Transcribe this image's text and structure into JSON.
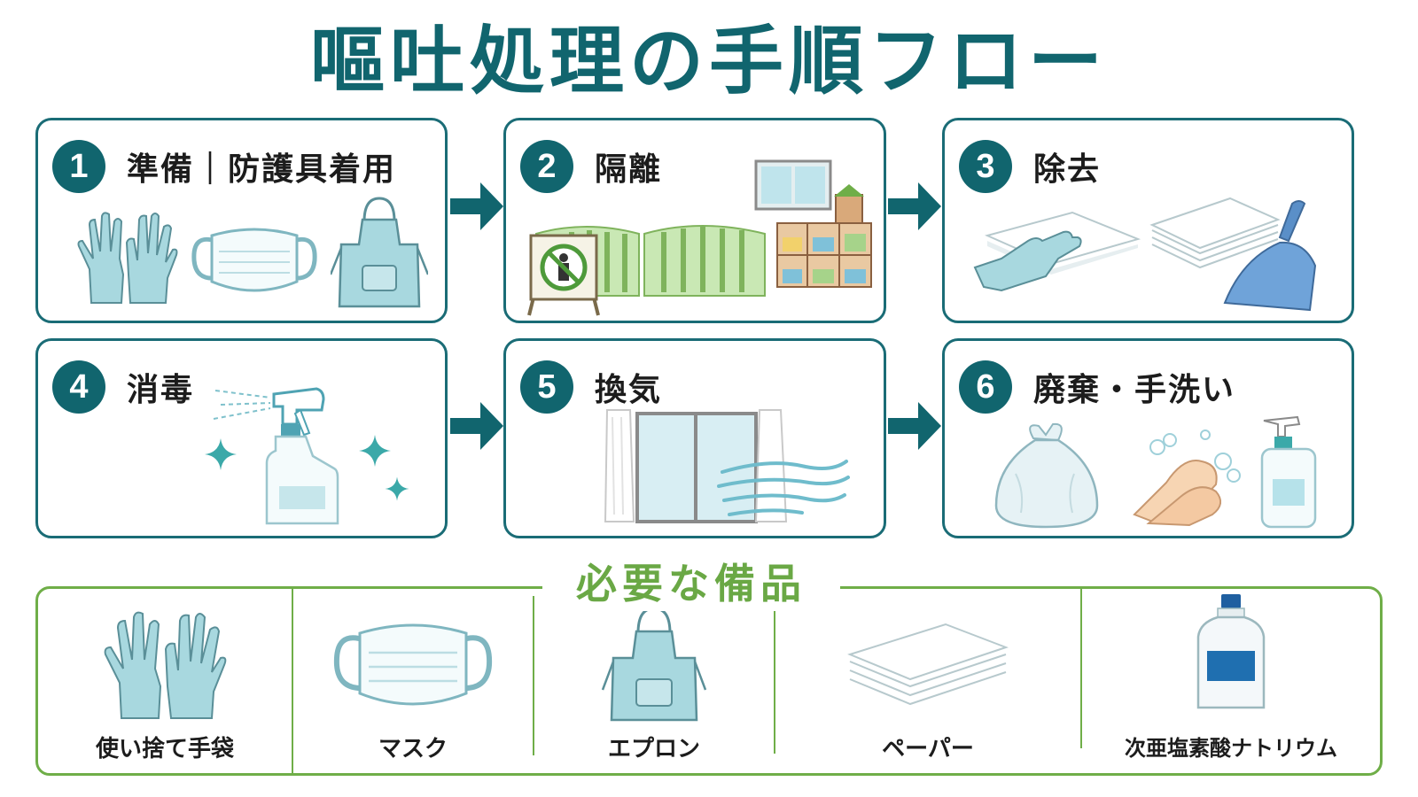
{
  "title": "嘔吐処理の手順フロー",
  "steps": [
    {
      "number": "1",
      "label": "準備｜防護具着用",
      "icons": [
        "gloves-icon",
        "mask-icon",
        "apron-icon"
      ]
    },
    {
      "number": "2",
      "label": "隔離",
      "icons": [
        "no-entry-sign-icon",
        "safety-fence-icon",
        "window-icon",
        "shelf-icon"
      ]
    },
    {
      "number": "3",
      "label": "除去",
      "icons": [
        "gloved-hand-paper-icon",
        "paper-stack-icon",
        "dustpan-icon"
      ]
    },
    {
      "number": "4",
      "label": "消毒",
      "icons": [
        "spray-bottle-icon",
        "sparkle-icon"
      ]
    },
    {
      "number": "5",
      "label": "換気",
      "icons": [
        "open-window-icon",
        "wind-icon"
      ]
    },
    {
      "number": "6",
      "label": "廃棄・手洗い",
      "icons": [
        "trash-bag-icon",
        "hand-wash-icon",
        "soap-pump-icon"
      ]
    }
  ],
  "supplies": {
    "title": "必要な備品",
    "items": [
      {
        "label": "使い捨て手袋",
        "icon": "gloves-icon"
      },
      {
        "label": "マスク",
        "icon": "mask-icon"
      },
      {
        "label": "エプロン",
        "icon": "apron-icon"
      },
      {
        "label": "ペーパー",
        "icon": "paper-stack-icon"
      },
      {
        "label": "次亜塩素酸ナトリウム",
        "icon": "bottle-icon"
      }
    ]
  },
  "colors": {
    "primary": "#11656e",
    "accent_green": "#6aa845",
    "glove": "#a8d8df",
    "fence": "#a6d38a"
  }
}
